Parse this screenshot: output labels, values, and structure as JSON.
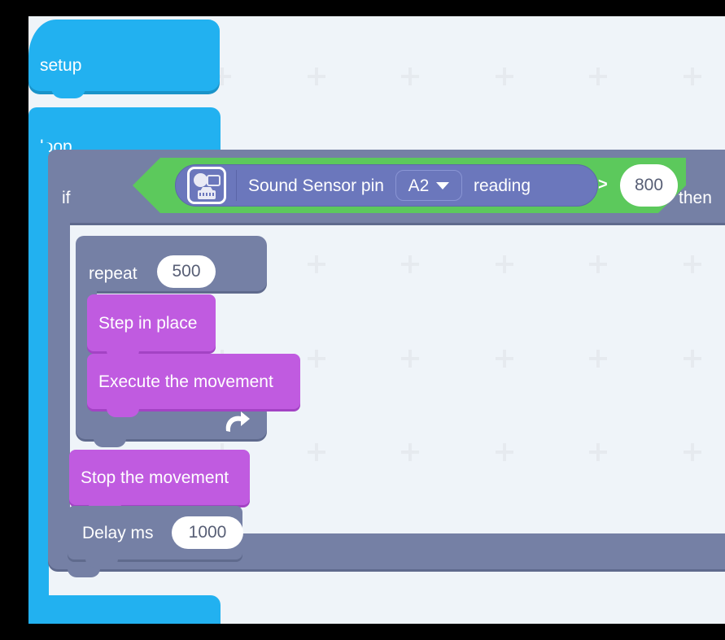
{
  "app": {
    "type": "visual-block-programming-canvas",
    "canvas_background": "#eff4f9",
    "grid_marker": "plus-icon"
  },
  "colors": {
    "events_blue": "#22b1f0",
    "events_blue_shadow": "#1a93c9",
    "control_slate": "#7580a5",
    "control_slate_shadow": "#5f6a8d",
    "operator_green": "#5cc95c",
    "sensor_indigo": "#6b77bc",
    "motion_purple": "#c05be0",
    "motion_purple_shadow": "#a343c4",
    "input_white": "#ffffff",
    "input_text": "#575e75",
    "block_text": "#ffffff"
  },
  "script": {
    "setup_block": {
      "label": "setup",
      "kind": "hat-block"
    },
    "loop_block": {
      "label": "loop",
      "kind": "c-block"
    },
    "if_block": {
      "label": "if",
      "then_label": "then",
      "kind": "c-block",
      "condition": {
        "kind": "boolean-operator",
        "operator": ">",
        "left": {
          "kind": "sensor-reporter",
          "icon": "sound-sensor-icon",
          "label": "Sound Sensor pin",
          "pin_dropdown": {
            "value": "A2",
            "caret": "chevron-down-icon"
          },
          "suffix": "reading"
        },
        "right": {
          "kind": "number-input",
          "value": "800"
        }
      }
    },
    "repeat_block": {
      "label": "repeat",
      "count": "500",
      "kind": "c-block",
      "loop_arrow_icon": "loop-arrow-icon"
    },
    "commands": [
      {
        "label": "Step in place",
        "category": "motion",
        "color": "#c05be0"
      },
      {
        "label": "Execute the movement",
        "category": "motion",
        "color": "#c05be0"
      },
      {
        "label": "Stop the movement",
        "category": "motion",
        "color": "#c05be0"
      }
    ],
    "delay_block": {
      "label": "Delay ms",
      "value": "1000",
      "category": "control"
    }
  }
}
